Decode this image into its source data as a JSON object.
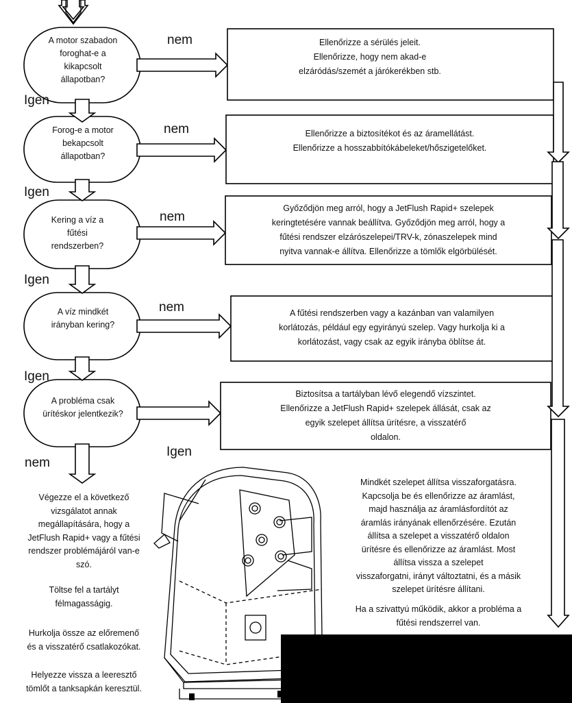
{
  "questions": [
    "A motor szabadon\nforoghat-e a\nkikapcsolt\nállapotban?",
    "Forog-e a motor\nbekapcsolt\nállapotban?",
    "Kering a víz a\nfűtési\nrendszerben?",
    "A víz mindkét\nirányban kering?",
    "A probléma csak\nürítéskor jelentkezik?"
  ],
  "labels": {
    "yes": "Igen",
    "no": "nem"
  },
  "actions": [
    "Ellenőrizze a sérülés jeleit.\nEllenőrizze, hogy nem akad-e\nelzáródás/szemét a járókerékben stb.",
    "Ellenőrizze a biztosítékot és az áramellátást.\nEllenőrizze a hosszabbítókábeleket/hőszigetelőket.",
    "Győződjön meg arról, hogy a JetFlush Rapid+ szelepek\nkeringtetésére vannak beállítva. Győződjön meg arról, hogy a\nfűtési rendszer elzárószelepei/TRV-k, zónaszelepek mind\nnyitva vannak-e állítva. Ellenőrizze a tömlők elgörbülését.",
    "A fűtési rendszerben vagy a kazánban van valamilyen\nkorlátozás, például egy egyirányú szelep. Vagy hurkolja ki a\nkorlátozást, vagy csak az egyik irányba öblítse át.",
    "Biztosítsa a tartályban lévő elegendő vízszintet.\nEllenőrizze a JetFlush Rapid+ szelepek állását, csak az\negyik szelepet állítsa ürítésre, a visszatérő\noldalon."
  ],
  "left_text": [
    "Végezze el a következő\nvizsgálatot annak\nmegállapítására, hogy a\nJetFlush Rapid+ vagy a fűtési\nrendszer problémájáról van-e\nszó.",
    "Töltse fel a tartályt\nfélmagasságig.",
    "Hurkolja össze az előremenő\nés a visszatérő csatlakozókat.",
    "Helyezze vissza a leeresztő\ntömlőt a tanksapkán keresztül."
  ],
  "right_text": [
    "Mindkét szelepet állítsa visszaforgatásra.\nKapcsolja be és ellenőrizze az áramlást,\nmajd használja az áramlásfordítót az\náramlás irányának ellenőrzésére. Ezután\nállítsa a szelepet a visszatérő oldalon\nürítésre és ellenőrizze az áramlást. Most\nállítsa vissza a szelepet\nvisszaforgatni, irányt változtatni, és a másik\nszelepet ürítésre állítani.",
    "Ha a szivattyú működik, akkor a probléma a\nfűtési rendszerrel van."
  ]
}
